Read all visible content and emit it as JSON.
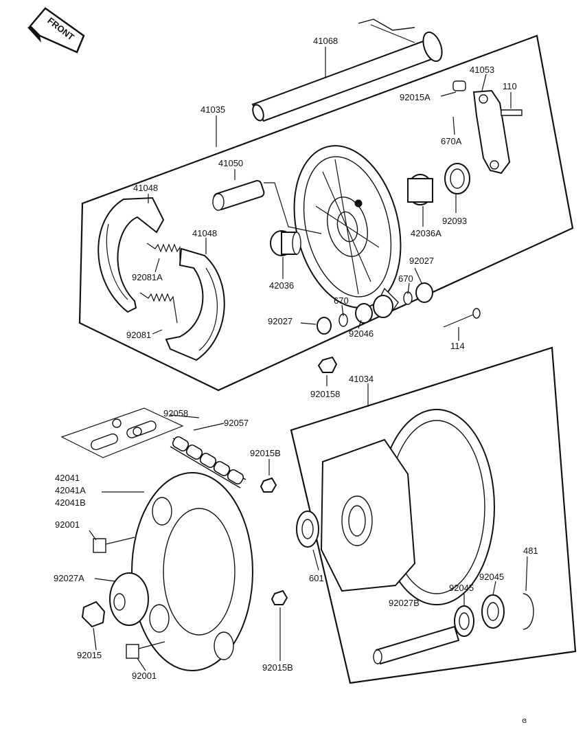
{
  "front_badge": "FRONT",
  "page_mark": "ɞ",
  "labels": {
    "p41068": "41068",
    "p41053": "41053",
    "p110": "110",
    "p92015A": "92015A",
    "p41035": "41035",
    "p670A": "670A",
    "p41050": "41050",
    "p41048a": "41048",
    "p41048b": "41048",
    "p92093": "92093",
    "p42036A": "42036A",
    "p92081A": "92081A",
    "p92027a": "92027",
    "p670a": "670",
    "p42036": "42036",
    "p670b": "670",
    "p92081": "92081",
    "p92027b": "92027",
    "p92046": "92046",
    "p114": "114",
    "p920158a": "920158",
    "p41034": "41034",
    "p92058": "92058",
    "p92057": "92057",
    "p92015Ba": "92015B",
    "p42041": "42041",
    "p42041A": "42041A",
    "p42041B": "42041B",
    "p92001a": "92001",
    "p92027A": "92027A",
    "p601": "601",
    "p481": "481",
    "p92045a": "92045",
    "p92045b": "92045",
    "p92027B": "92027B",
    "p92015": "92015",
    "p92001b": "92001",
    "p92015Bb": "92015B"
  }
}
